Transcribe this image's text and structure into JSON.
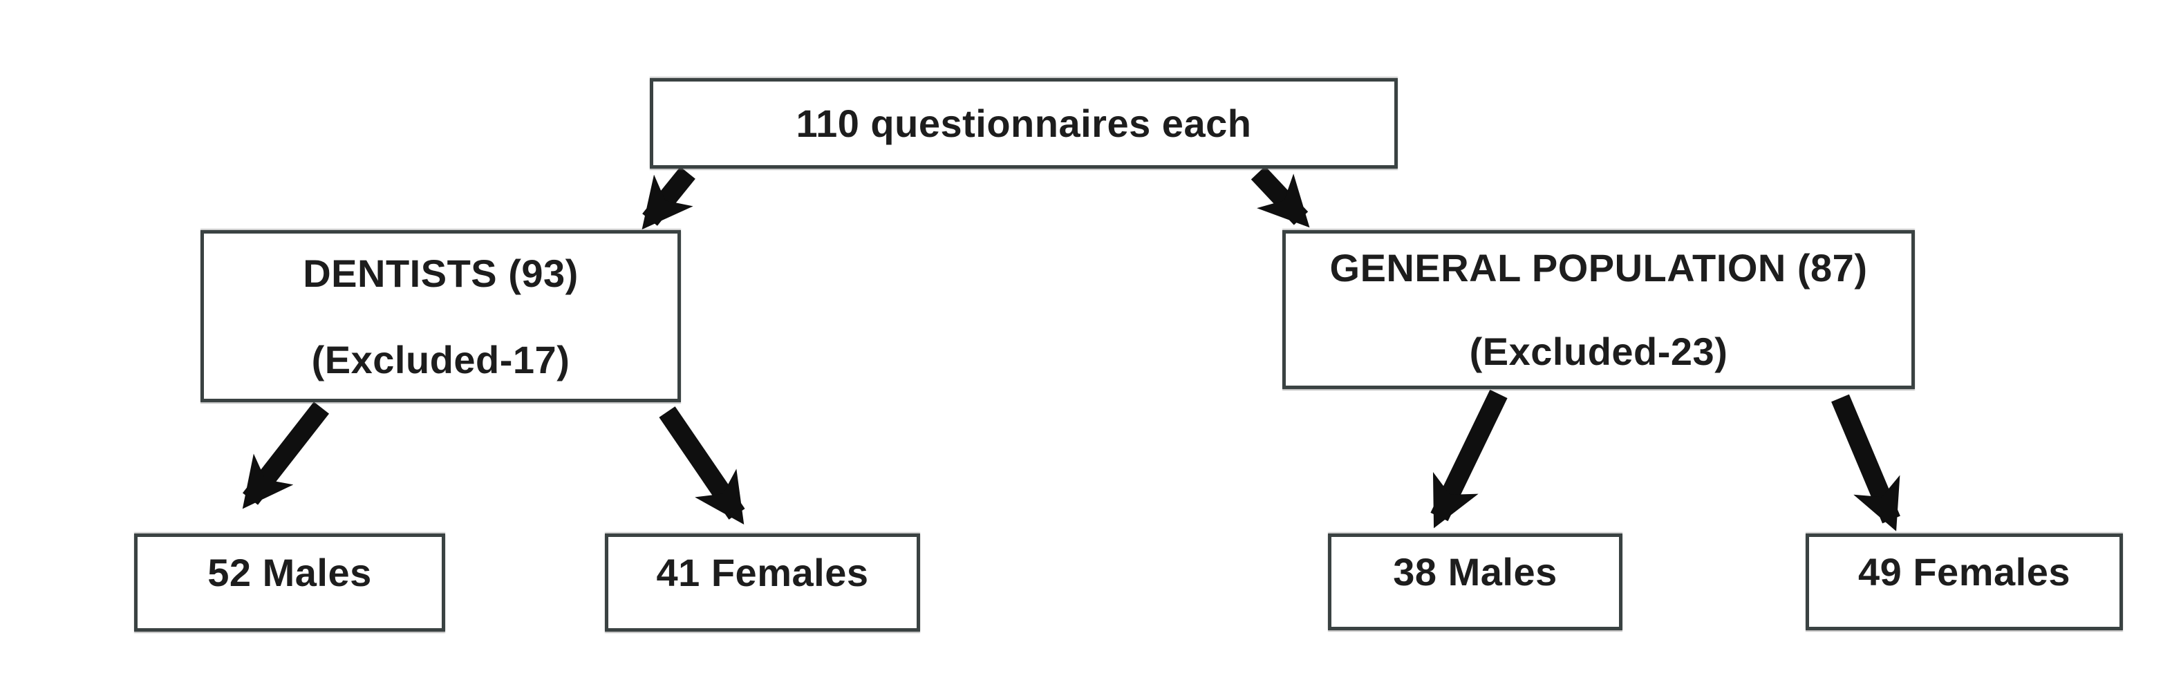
{
  "flowchart": {
    "root": {
      "label": "110 questionnaires each"
    },
    "branches": [
      {
        "id": "dentists",
        "title": "DENTISTS (93)",
        "note": "(Excluded-17)",
        "children": [
          {
            "label": "52 Males"
          },
          {
            "label": "41 Females"
          }
        ]
      },
      {
        "id": "general-population",
        "title": "GENERAL POPULATION (87)",
        "note": "(Excluded-23)",
        "children": [
          {
            "label": "38 Males"
          },
          {
            "label": "49 Females"
          }
        ]
      }
    ],
    "colors": {
      "background": "#ffffff",
      "box_border": "#3a4242",
      "text": "#1d1d1d",
      "arrow": "#0f0f0f"
    }
  }
}
